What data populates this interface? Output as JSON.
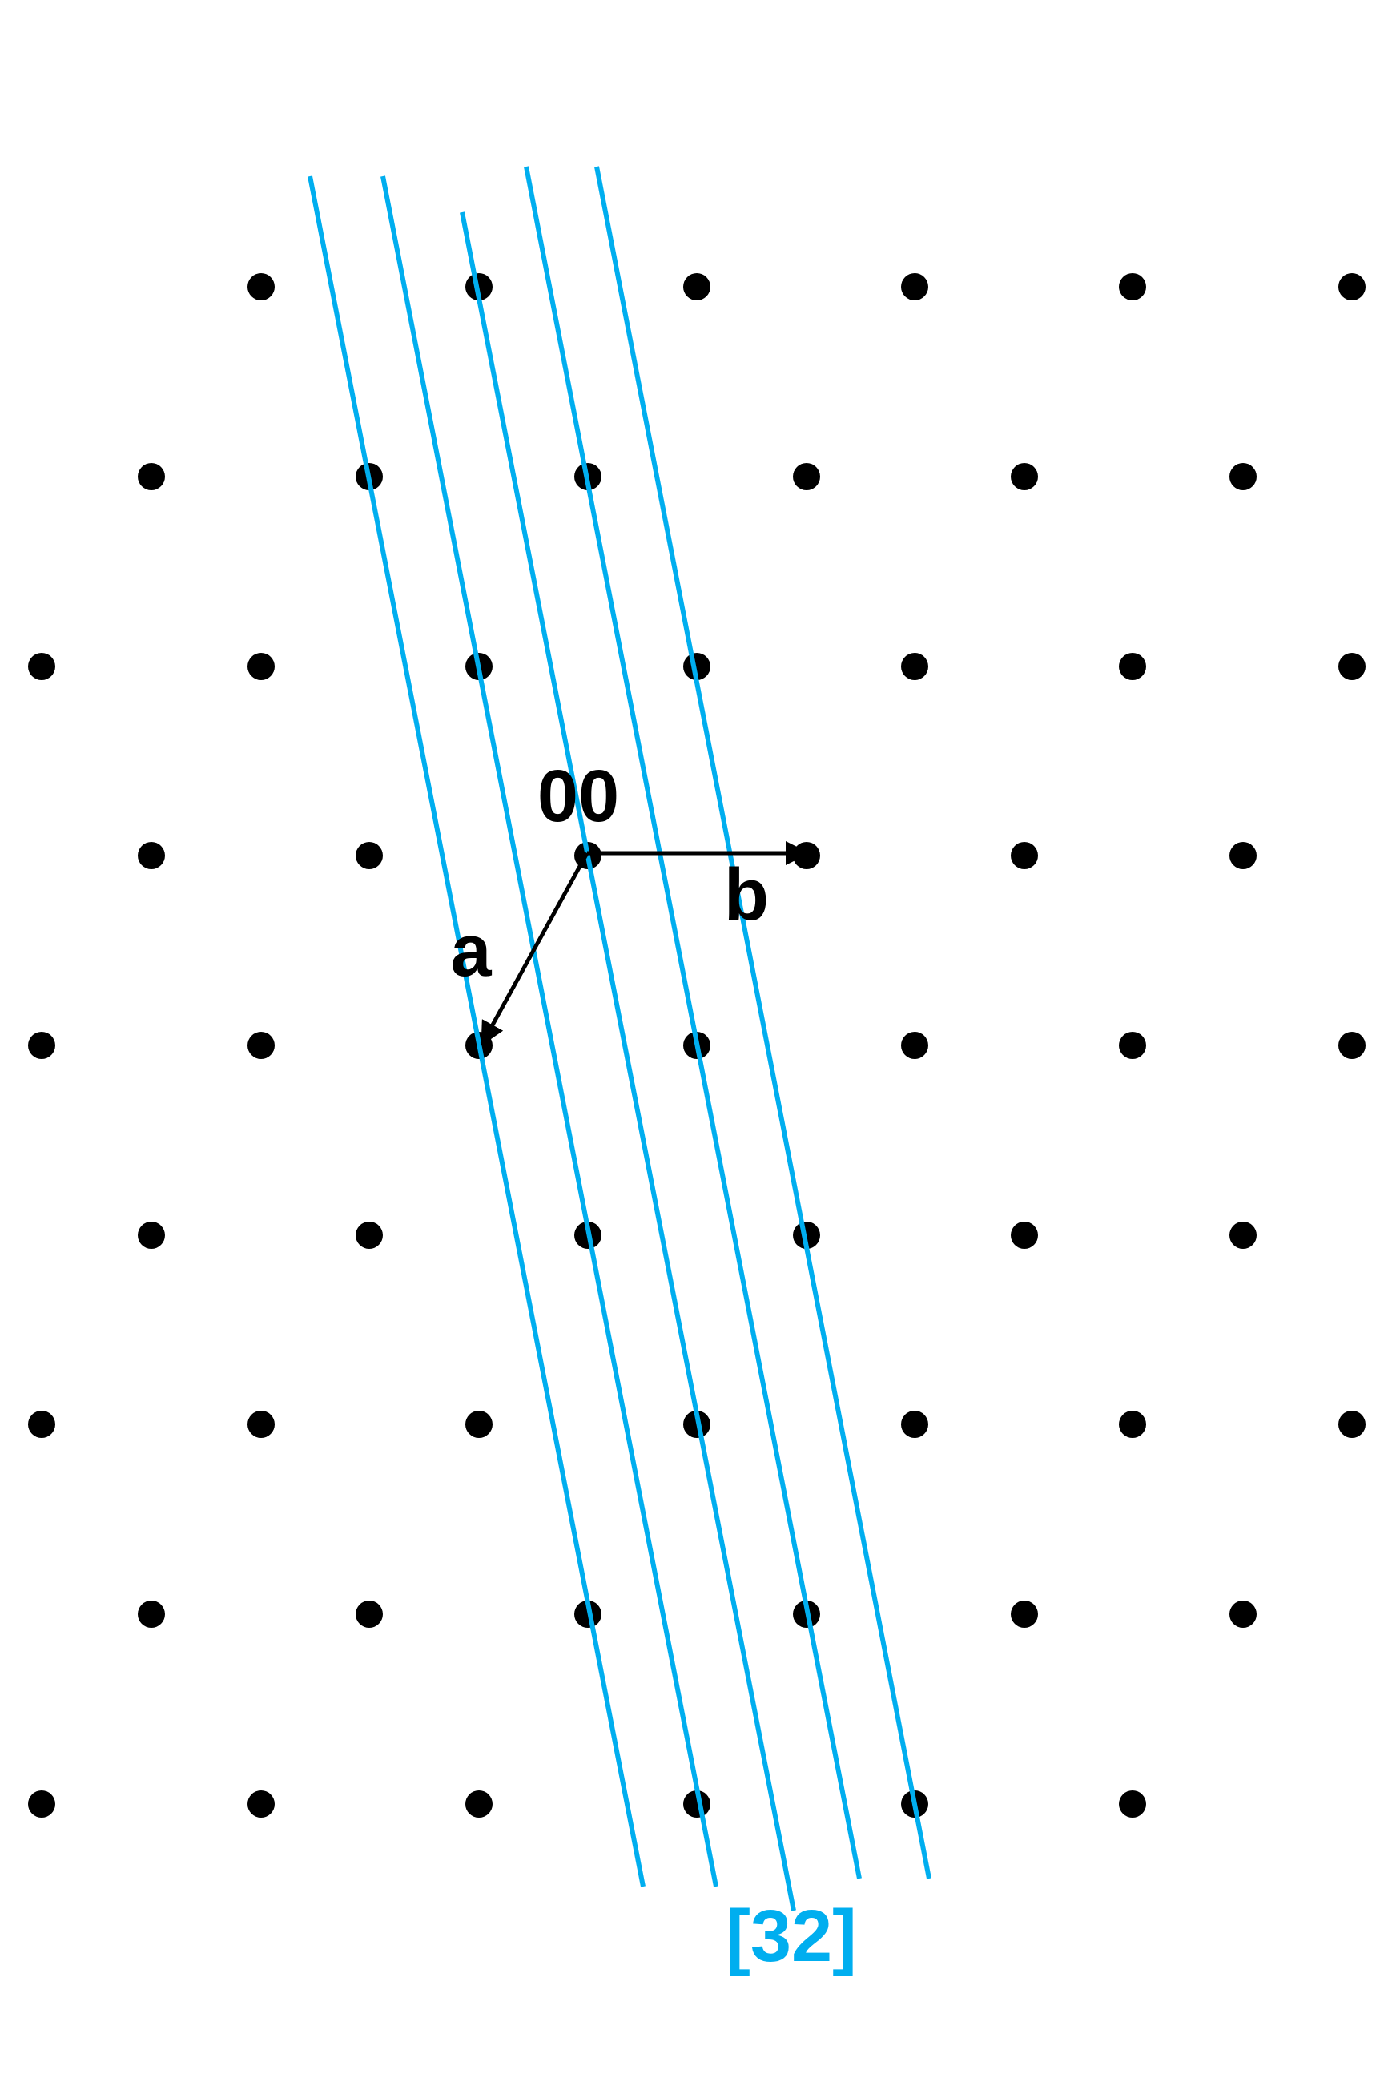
{
  "diagram": {
    "origin_label": "00",
    "vector_a_label": "a",
    "vector_b_label": "b",
    "direction_label": "[32]"
  },
  "colors": {
    "lattice_point": "#000000",
    "vector": "#000000",
    "direction_lines": "#00aeef",
    "direction_label": "#00aeef"
  }
}
